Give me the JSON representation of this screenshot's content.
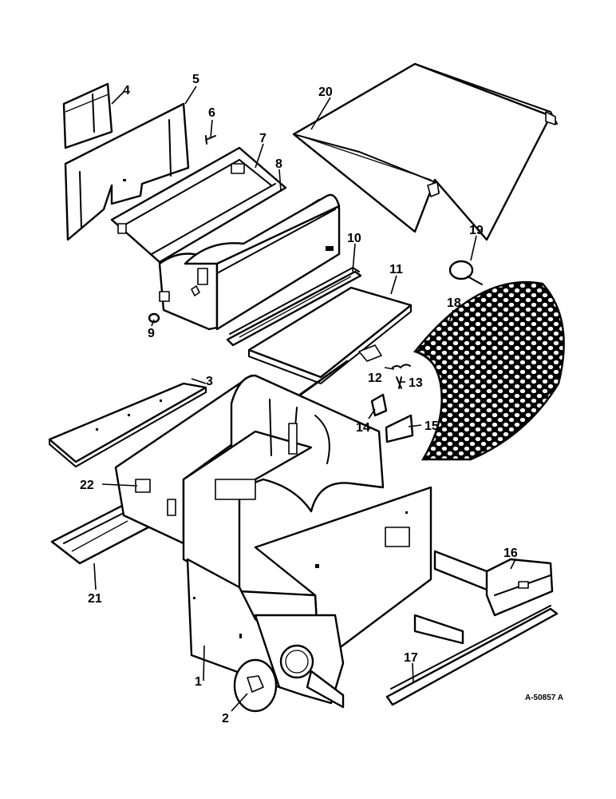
{
  "diagram": {
    "reference_code": "A-50857 A",
    "callouts": [
      {
        "id": "1",
        "label": "1"
      },
      {
        "id": "2",
        "label": "2"
      },
      {
        "id": "3",
        "label": "3"
      },
      {
        "id": "4",
        "label": "4"
      },
      {
        "id": "5",
        "label": "5"
      },
      {
        "id": "6",
        "label": "6"
      },
      {
        "id": "7",
        "label": "7"
      },
      {
        "id": "8",
        "label": "8"
      },
      {
        "id": "9",
        "label": "9"
      },
      {
        "id": "10",
        "label": "10"
      },
      {
        "id": "11",
        "label": "11"
      },
      {
        "id": "12",
        "label": "12"
      },
      {
        "id": "13",
        "label": "13"
      },
      {
        "id": "14",
        "label": "14"
      },
      {
        "id": "15",
        "label": "15"
      },
      {
        "id": "16",
        "label": "16"
      },
      {
        "id": "17",
        "label": "17"
      },
      {
        "id": "18",
        "label": "18"
      },
      {
        "id": "19",
        "label": "19"
      },
      {
        "id": "20",
        "label": "20"
      },
      {
        "id": "21",
        "label": "21"
      },
      {
        "id": "22",
        "label": "22"
      }
    ]
  }
}
